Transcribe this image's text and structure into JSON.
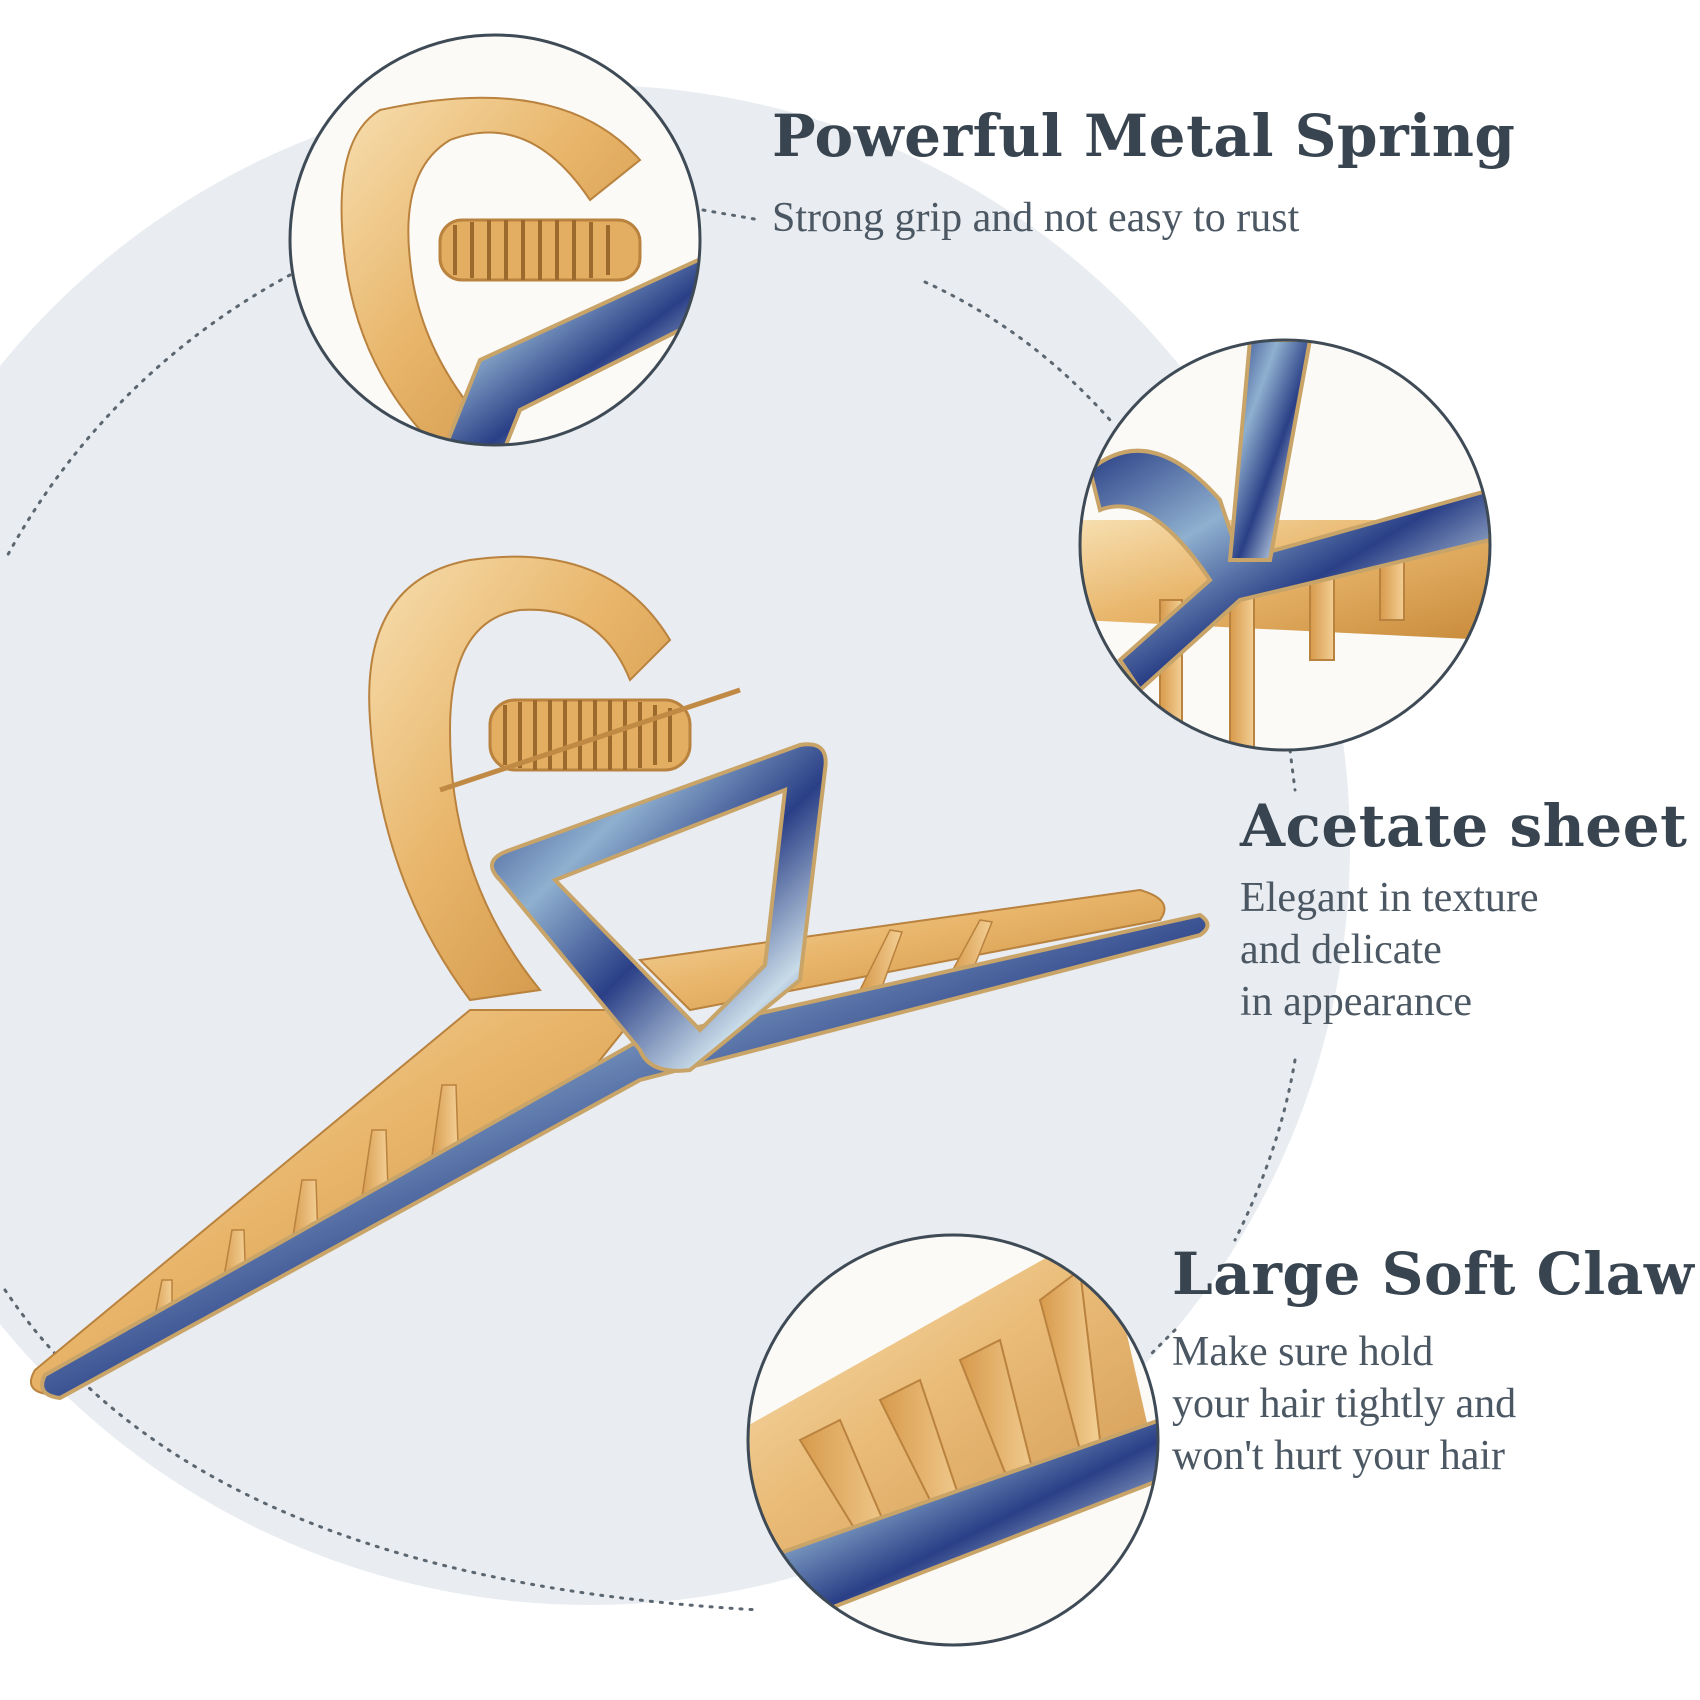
{
  "features": [
    {
      "title": "Powerful Metal Spring",
      "lines": [
        "Strong grip and not easy to rust"
      ]
    },
    {
      "title": "Acetate sheet",
      "lines": [
        "Elegant in texture",
        "and delicate",
        "in appearance"
      ]
    },
    {
      "title": "Large Soft Claw",
      "lines": [
        "Make sure hold",
        "your hair tightly and",
        "won't hurt your hair"
      ]
    }
  ],
  "colors": {
    "background_circle": "#e9ecf0",
    "gold": "#e8b56a",
    "acetate_blue": "#2a3f86",
    "text": "#3d4a55",
    "circle_border": "#3e4a55"
  }
}
